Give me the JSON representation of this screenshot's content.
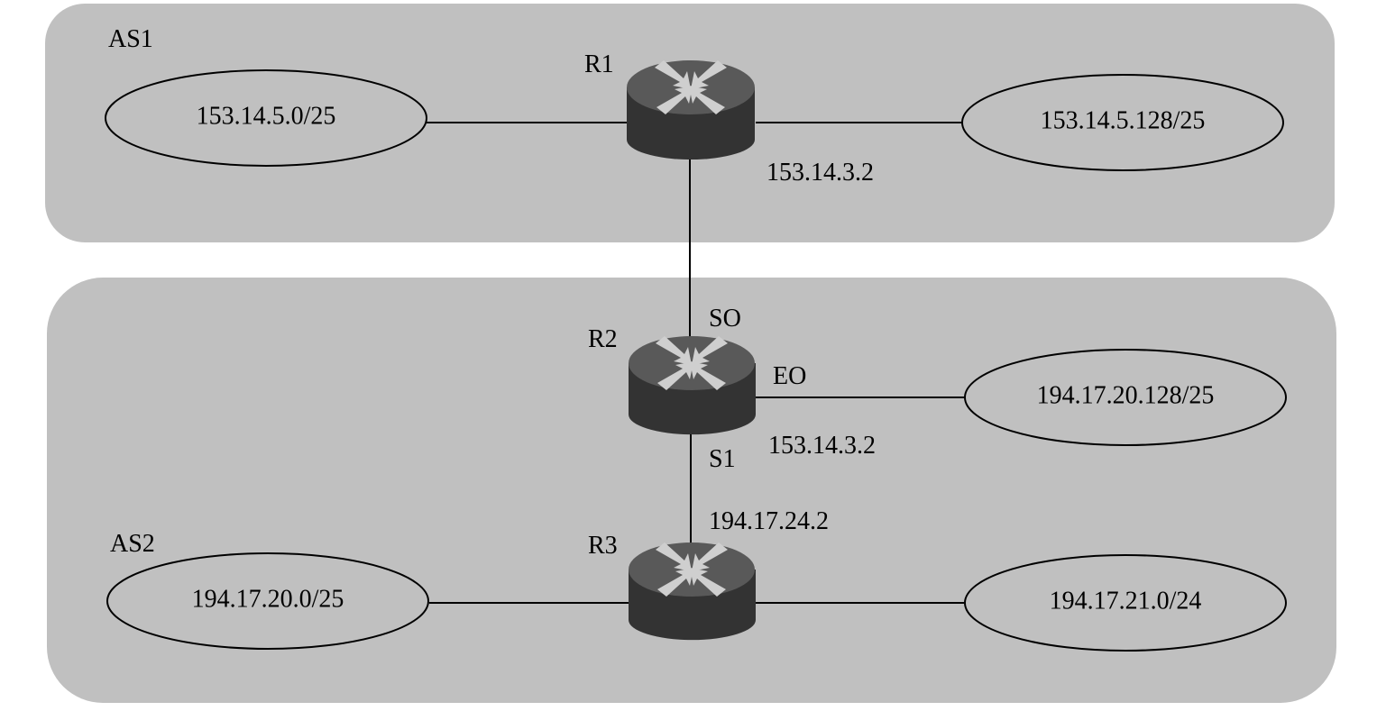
{
  "autonomous_systems": [
    {
      "id": "as1",
      "label": "AS1"
    },
    {
      "id": "as2",
      "label": "AS2"
    }
  ],
  "routers": {
    "r1": {
      "label": "R1"
    },
    "r2": {
      "label": "R2"
    },
    "r3": {
      "label": "R3"
    }
  },
  "networks": {
    "as1_left": "153.14.5.0/25",
    "as1_right": "153.14.5.128/25",
    "r2_right": "194.17.20.128/25",
    "as2_left": "194.17.20.0/25",
    "as2_right": "194.17.21.0/24"
  },
  "interface_labels": {
    "r1_ip": "153.14.3.2",
    "r2_s0": "SO",
    "r2_e0": "EO",
    "r2_ip": "153.14.3.2",
    "r2_s1": "S1",
    "r3_ip": "194.17.24.2"
  },
  "colors": {
    "as_region": "#c0c0c0",
    "router_body": "#333333",
    "router_top": "#595959",
    "router_arrows": "#cfcfcf"
  }
}
